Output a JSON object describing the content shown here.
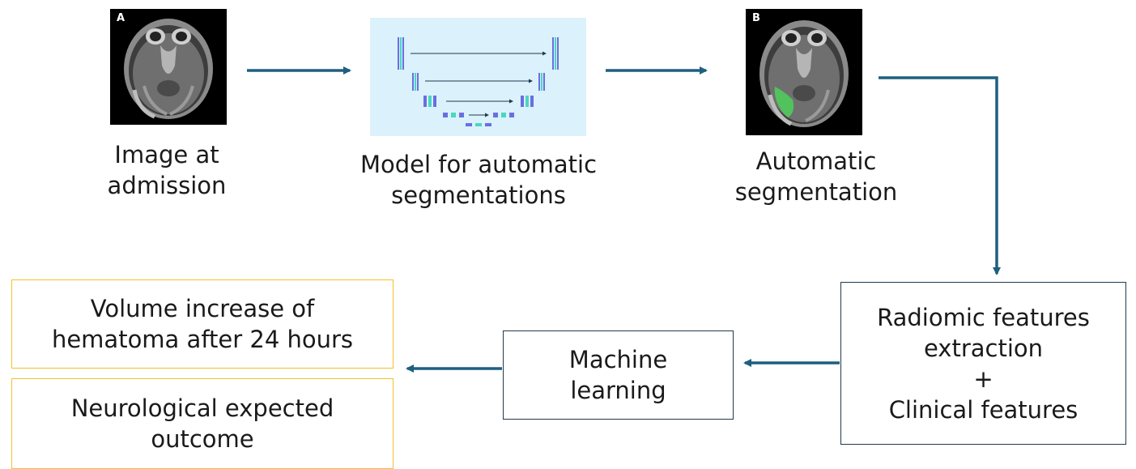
{
  "images": {
    "admission": {
      "letter": "A"
    },
    "segmentation": {
      "letter": "B"
    }
  },
  "captions": {
    "image_admission": [
      "Image at",
      "admission"
    ],
    "model": [
      "Model for automatic",
      "segmentations"
    ],
    "auto_segmentation": [
      "Automatic",
      "segmentation"
    ]
  },
  "boxes": {
    "radiomic": [
      "Radiomic features",
      "extraction",
      "+",
      "Clinical features"
    ],
    "machine_learning": [
      "Machine",
      "learning"
    ],
    "volume_increase": [
      "Volume increase of",
      "hematoma after 24 hours"
    ],
    "neurological": [
      "Neurological expected",
      "outcome"
    ]
  },
  "colors": {
    "arrow": "#1f5f80",
    "box_border_dark": "#1f3a4d",
    "box_border_gold": "#f2c12e",
    "model_background": "#dbf1fb",
    "segmentation_overlay": "#4ed15a"
  }
}
